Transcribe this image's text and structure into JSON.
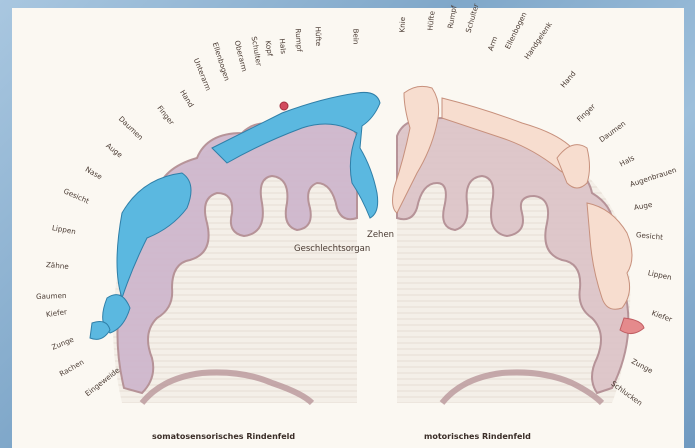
{
  "sensory_labels": [
    "Eingeweide",
    "Rachen",
    "Zunge",
    "Kiefer",
    "Gaumen",
    "Zähne",
    "Lippen",
    "Gesicht",
    "Nase",
    "Auge",
    "Daumen",
    "Finger",
    "Hand",
    "Unterarm",
    "Ellenbogen",
    "Oberarm",
    "Schulter",
    "Kopf",
    "Hals",
    "Rumpf",
    "Hüfte",
    "Bein"
  ],
  "motor_labels": [
    "Knie",
    "Hüfte",
    "Rumpf",
    "Schulter",
    "Arm",
    "Ellenbogen",
    "Handgelenk",
    "Hand",
    "Finger",
    "Daumen",
    "Hals",
    "Augenbrauen",
    "Auge",
    "Gesicht",
    "Lippen",
    "Kiefer",
    "Zunge",
    "Schlucken"
  ],
  "center_labels": {
    "toes": "Zehen",
    "genitals": "Geschlechtsorgan"
  },
  "captions": {
    "left": "somatosensorisches Rindenfeld",
    "right": "motorisches Rindenfeld"
  },
  "colors": {
    "sensory_body": "#5bb8e0",
    "motor_body": "#f7ddcf",
    "cortex": "#c9b2c6",
    "gray_matter_outline": "#b08a90",
    "background": "#fbf8f2"
  }
}
